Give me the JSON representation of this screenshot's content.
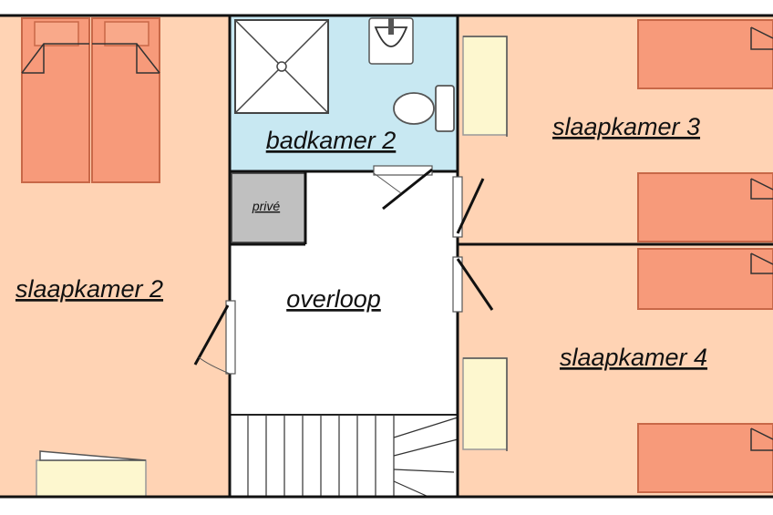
{
  "rooms": {
    "bedroom2": {
      "label": "slaapkamer 2"
    },
    "bathroom2": {
      "label": "badkamer 2"
    },
    "private": {
      "label": "privé"
    },
    "landing": {
      "label": "overloop"
    },
    "bedroom3": {
      "label": "slaapkamer 3"
    },
    "bedroom4": {
      "label": "slaapkamer 4"
    }
  },
  "colors": {
    "bedroom_floor": "#ffd3b4",
    "bathroom_floor": "#c8e8f2",
    "private_floor": "#c0c0c0",
    "landing_floor": "#ffffff",
    "bed": "#f79a7a",
    "cabinet": "#fdf7cf",
    "wall": "#111111"
  }
}
